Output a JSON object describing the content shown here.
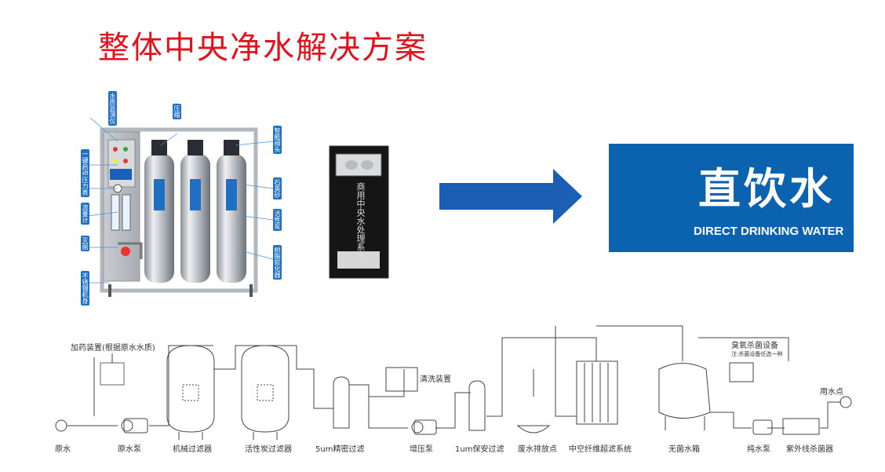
{
  "title": "整体中央净水解决方案",
  "machine_callouts": [
    "水质监测仪",
    "一键启动",
    "压力表",
    "流量计",
    "灭菌",
    "不锈钢机身",
    "压缩",
    "智能阀头",
    "石英砂",
    "活性炭",
    "树脂软化器"
  ],
  "cabinet_text": "商用中央水处理系统",
  "badge": {
    "cn": "直饮水",
    "en": "DIRECT DRINKING WATER"
  },
  "flow": {
    "dosing_label": "加药装置(根据原水水质)",
    "cleaning_label": "清洗装置",
    "ozone_label": "臭氧杀菌设备",
    "ozone_note": "注:杀菌设备任选一种",
    "use_point_label": "用水点",
    "steps": [
      "原水",
      "原水泵",
      "机械过滤器",
      "活性炭过滤器",
      "5um精密过滤",
      "增压泵",
      "1um保安过滤",
      "废水排放点",
      "中空纤维超滤系统",
      "无菌水箱",
      "纯水泵",
      "紫外线杀菌器"
    ]
  },
  "colors": {
    "title": "#e3111b",
    "badge_bg": "#0b63b0",
    "arrow": "#1a5fb4"
  }
}
